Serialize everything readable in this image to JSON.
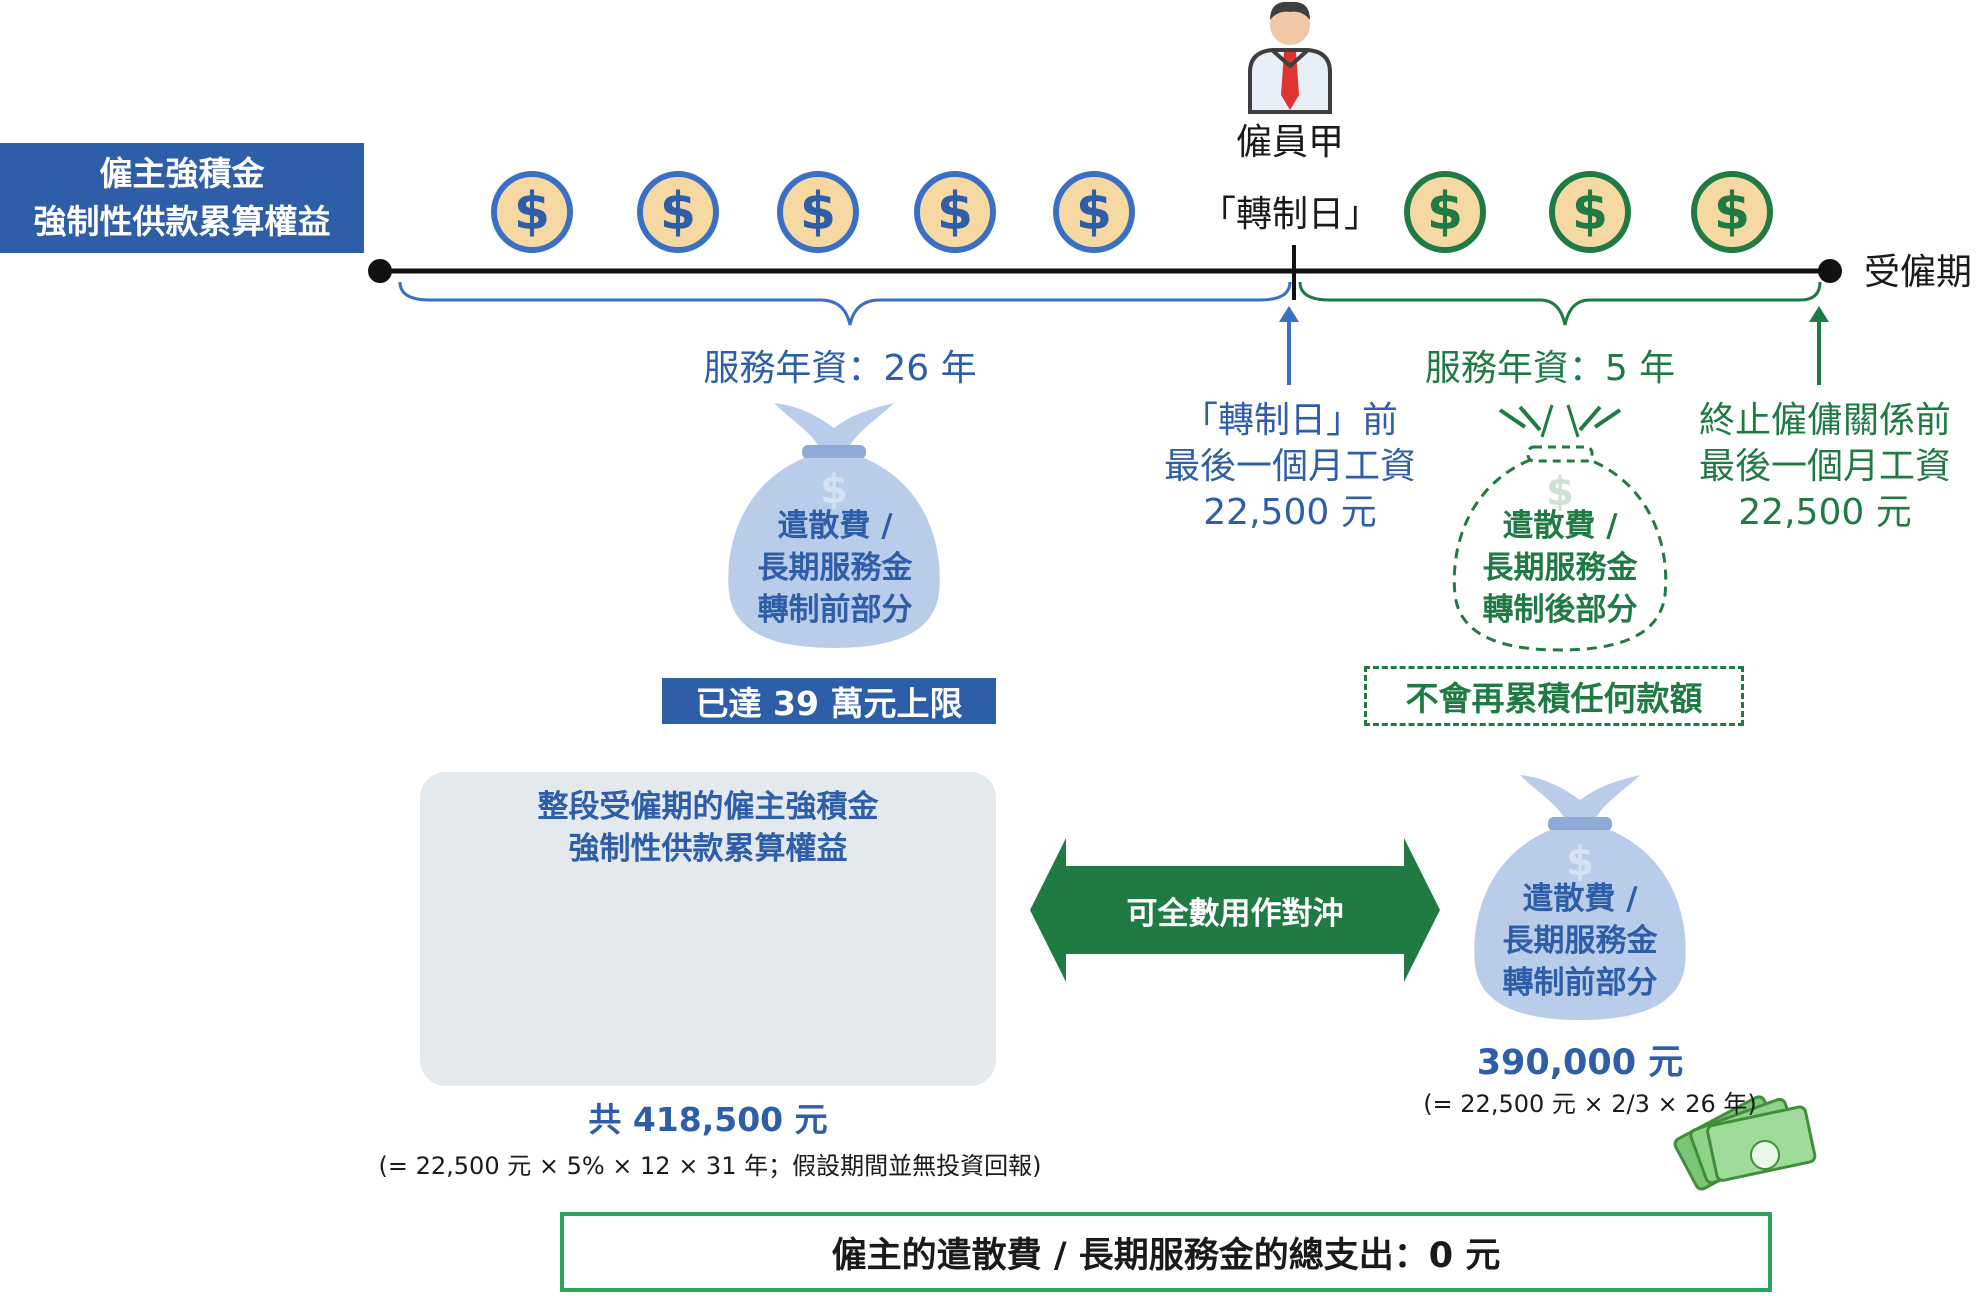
{
  "title_box": {
    "line1": "僱主強積金",
    "line2": "強制性供款累算權益"
  },
  "employee": {
    "label": "僱員甲"
  },
  "timeline": {
    "conversion_label": "「轉制日」",
    "end_label": "受僱期",
    "service_before": "服務年資：26 年",
    "service_after": "服務年資：5 年"
  },
  "wage_before": {
    "line1": "「轉制日」前",
    "line2": "最後一個月工資",
    "line3": "22,500 元"
  },
  "wage_end": {
    "line1": "終止僱傭關係前",
    "line2": "最後一個月工資",
    "line3": "22,500 元"
  },
  "bag_before": {
    "line1": "遣散費 /",
    "line2": "長期服務金",
    "line3": "轉制前部分"
  },
  "bag_after": {
    "line1": "遣散費 /",
    "line2": "長期服務金",
    "line3": "轉制後部分"
  },
  "cap_banner": "已達 39 萬元上限",
  "no_accrue": "不會再累積任何款額",
  "total_panel": {
    "line1": "整段受僱期的僱主強積金",
    "line2": "強制性供款累算權益"
  },
  "total_amount": "共 418,500 元",
  "total_formula": "(= 22,500 元 × 5% × 12 × 31 年；假設期間並無投資回報)",
  "offset_label": "可全數用作對沖",
  "bag_result": {
    "line1": "遣散費 /",
    "line2": "長期服務金",
    "line3": "轉制前部分"
  },
  "result_amount": "390,000 元",
  "result_formula": "(= 22,500 元 × 2/3 × 26 年)",
  "bottom_total": "僱主的遣散費 / 長期服務金的總支出：0 元",
  "colors": {
    "blue": "#2e5ea8",
    "green": "#1f7a43",
    "bag_fill": "#b9cdea",
    "coin_fill": "#f6d9a2"
  }
}
